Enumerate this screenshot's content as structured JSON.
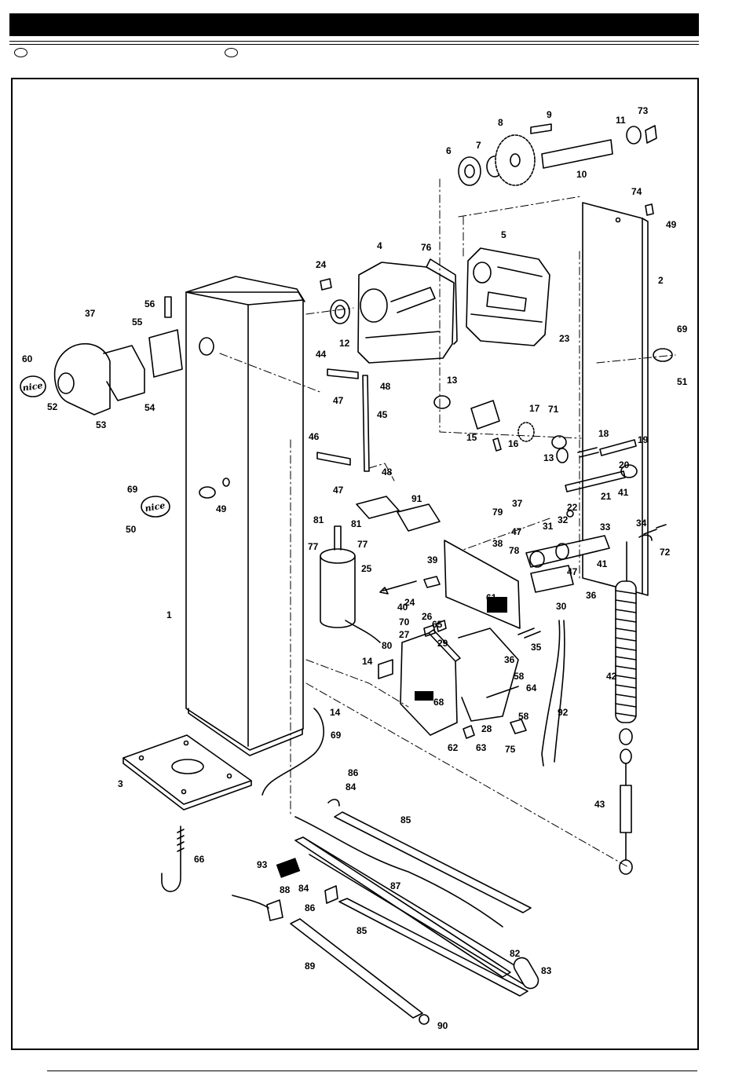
{
  "labels": [
    {
      "text": "1"
    },
    {
      "text": "2"
    },
    {
      "text": "3"
    },
    {
      "text": "4"
    },
    {
      "text": "5"
    },
    {
      "text": "6"
    },
    {
      "text": "7"
    },
    {
      "text": "8"
    },
    {
      "text": "9"
    },
    {
      "text": "10"
    },
    {
      "text": "11"
    },
    {
      "text": "12"
    },
    {
      "text": "13"
    },
    {
      "text": "13"
    },
    {
      "text": "14"
    },
    {
      "text": "14"
    },
    {
      "text": "15"
    },
    {
      "text": "16"
    },
    {
      "text": "17"
    },
    {
      "text": "18"
    },
    {
      "text": "19"
    },
    {
      "text": "20"
    },
    {
      "text": "21"
    },
    {
      "text": "22"
    },
    {
      "text": "23"
    },
    {
      "text": "24"
    },
    {
      "text": "24"
    },
    {
      "text": "25"
    },
    {
      "text": "26"
    },
    {
      "text": "27"
    },
    {
      "text": "28"
    },
    {
      "text": "29"
    },
    {
      "text": "30"
    },
    {
      "text": "31"
    },
    {
      "text": "32"
    },
    {
      "text": "33"
    },
    {
      "text": "34"
    },
    {
      "text": "35"
    },
    {
      "text": "36"
    },
    {
      "text": "36"
    },
    {
      "text": "37"
    },
    {
      "text": "37"
    },
    {
      "text": "38"
    },
    {
      "text": "39"
    },
    {
      "text": "40"
    },
    {
      "text": "41"
    },
    {
      "text": "41"
    },
    {
      "text": "42"
    },
    {
      "text": "43"
    },
    {
      "text": "44"
    },
    {
      "text": "45"
    },
    {
      "text": "46"
    },
    {
      "text": "47"
    },
    {
      "text": "47"
    },
    {
      "text": "47"
    },
    {
      "text": "47"
    },
    {
      "text": "48"
    },
    {
      "text": "48"
    },
    {
      "text": "49"
    },
    {
      "text": "49"
    },
    {
      "text": "50"
    },
    {
      "text": "51"
    },
    {
      "text": "52"
    },
    {
      "text": "53"
    },
    {
      "text": "54"
    },
    {
      "text": "55"
    },
    {
      "text": "56"
    },
    {
      "text": "58"
    },
    {
      "text": "58"
    },
    {
      "text": "60"
    },
    {
      "text": "61"
    },
    {
      "text": "62"
    },
    {
      "text": "63"
    },
    {
      "text": "64"
    },
    {
      "text": "65"
    },
    {
      "text": "66"
    },
    {
      "text": "68"
    },
    {
      "text": "69"
    },
    {
      "text": "69"
    },
    {
      "text": "69"
    },
    {
      "text": "70"
    },
    {
      "text": "71"
    },
    {
      "text": "72"
    },
    {
      "text": "73"
    },
    {
      "text": "74"
    },
    {
      "text": "75"
    },
    {
      "text": "76"
    },
    {
      "text": "77"
    },
    {
      "text": "77"
    },
    {
      "text": "78"
    },
    {
      "text": "79"
    },
    {
      "text": "80"
    },
    {
      "text": "81"
    },
    {
      "text": "81"
    },
    {
      "text": "82"
    },
    {
      "text": "83"
    },
    {
      "text": "84"
    },
    {
      "text": "84"
    },
    {
      "text": "85"
    },
    {
      "text": "85"
    },
    {
      "text": "86"
    },
    {
      "text": "86"
    },
    {
      "text": "87"
    },
    {
      "text": "88"
    },
    {
      "text": "89"
    },
    {
      "text": "90"
    },
    {
      "text": "91"
    },
    {
      "text": "92"
    },
    {
      "text": "93"
    }
  ],
  "brand_marks": [
    "nice",
    "nice"
  ],
  "colors": {
    "ink": "#000000",
    "paper": "#ffffff"
  }
}
